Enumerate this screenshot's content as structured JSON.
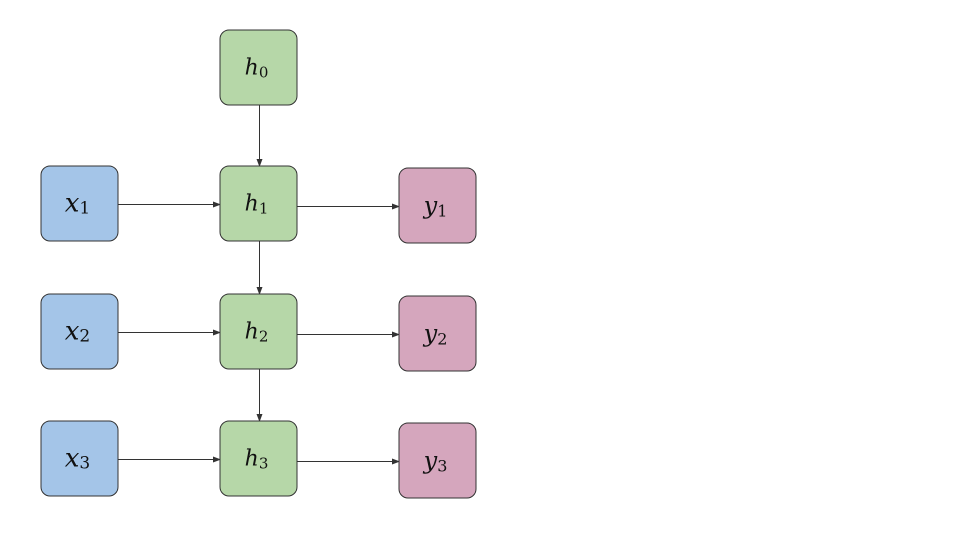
{
  "colors": {
    "input": "#a4c5e8",
    "hidden": "#b6d7a8",
    "output": "#d5a6bd",
    "border": "#333333"
  },
  "nodes": [
    {
      "id": "h0",
      "kind": "hidden",
      "base": "h",
      "sub": "0"
    },
    {
      "id": "x1",
      "kind": "input",
      "base": "x",
      "sub": "1"
    },
    {
      "id": "h1",
      "kind": "hidden",
      "base": "h",
      "sub": "1"
    },
    {
      "id": "y1",
      "kind": "output",
      "base": "y",
      "sub": "1"
    },
    {
      "id": "x2",
      "kind": "input",
      "base": "x",
      "sub": "2"
    },
    {
      "id": "h2",
      "kind": "hidden",
      "base": "h",
      "sub": "2"
    },
    {
      "id": "y2",
      "kind": "output",
      "base": "y",
      "sub": "2"
    },
    {
      "id": "x3",
      "kind": "input",
      "base": "x",
      "sub": "3"
    },
    {
      "id": "h3",
      "kind": "hidden",
      "base": "h",
      "sub": "3"
    },
    {
      "id": "y3",
      "kind": "output",
      "base": "y",
      "sub": "3"
    }
  ],
  "edges": [
    {
      "from": "h0",
      "to": "h1"
    },
    {
      "from": "x1",
      "to": "h1"
    },
    {
      "from": "h1",
      "to": "y1"
    },
    {
      "from": "h1",
      "to": "h2"
    },
    {
      "from": "x2",
      "to": "h2"
    },
    {
      "from": "h2",
      "to": "y2"
    },
    {
      "from": "h2",
      "to": "h3"
    },
    {
      "from": "x3",
      "to": "h3"
    },
    {
      "from": "h3",
      "to": "y3"
    }
  ]
}
